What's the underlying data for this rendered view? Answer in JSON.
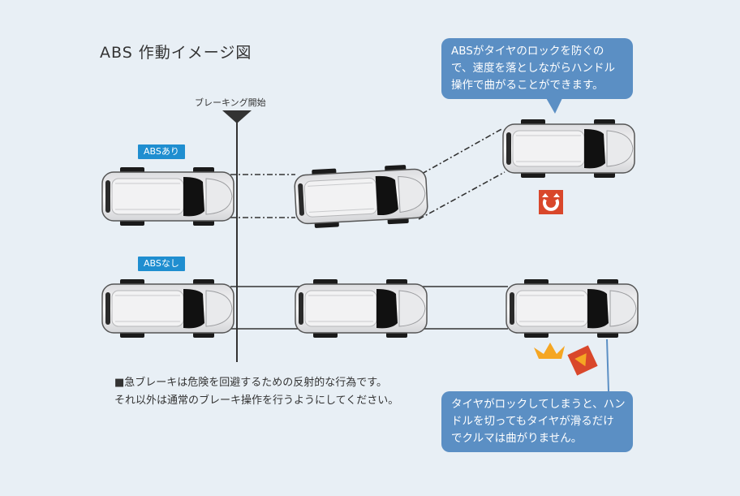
{
  "title": "ABS 作動イメージ図",
  "braking_label": "ブレーキング開始",
  "tags": {
    "with_abs": "ABSあり",
    "without_abs": "ABSなし"
  },
  "bubble_top": [
    "ABSがタイヤのロックを防ぐの",
    "で、速度を落としながらハンドル",
    "操作で曲がることができます。"
  ],
  "bubble_bottom": [
    "タイヤがロックしてしまうと、ハン",
    "ドルを切ってもタイヤが滑るだけ",
    "でクルマは曲がりません。"
  ],
  "note": [
    "■急ブレーキは危険を回避するための反射的な行為です。",
    "それ以外は通常のブレーキ操作を行うようにしてください。"
  ],
  "colors": {
    "background": "#e8eff5",
    "tag_blue": "#1f8ed0",
    "bubble_blue": "#5b8fc4",
    "warning_red": "#d9472b",
    "skid_orange": "#f5a623"
  },
  "icons": [
    "car-icon",
    "safe-turn-icon",
    "skid-burst-icon",
    "warning-icon"
  ]
}
